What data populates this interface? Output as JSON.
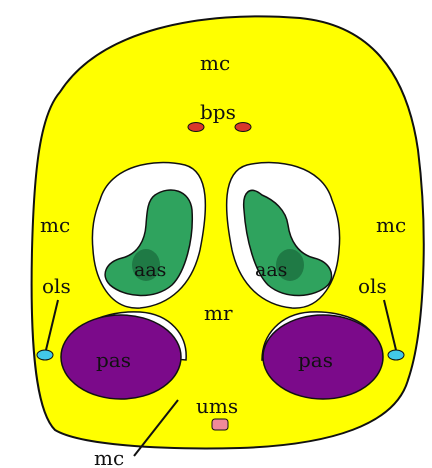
{
  "labels": {
    "mc_top": "mc",
    "bps": "bps",
    "mc_left": "mc",
    "mc_right": "mc",
    "aas_left": "aas",
    "aas_right": "aas",
    "ols_left": "ols",
    "ols_right": "ols",
    "mr": "mr",
    "pas_left": "pas",
    "pas_right": "pas",
    "ums": "ums",
    "mc_bottom": "mc"
  },
  "colors": {
    "body": "#ffff00",
    "outline": "#111111",
    "cavity": "#ffffff",
    "aas_outer": "#2fa35e",
    "aas_inner": "#1f7a45",
    "pas": "#7b0a8a",
    "bps": "#d9392b",
    "ums": "#f08a9a",
    "ols": "#42c8e8"
  }
}
